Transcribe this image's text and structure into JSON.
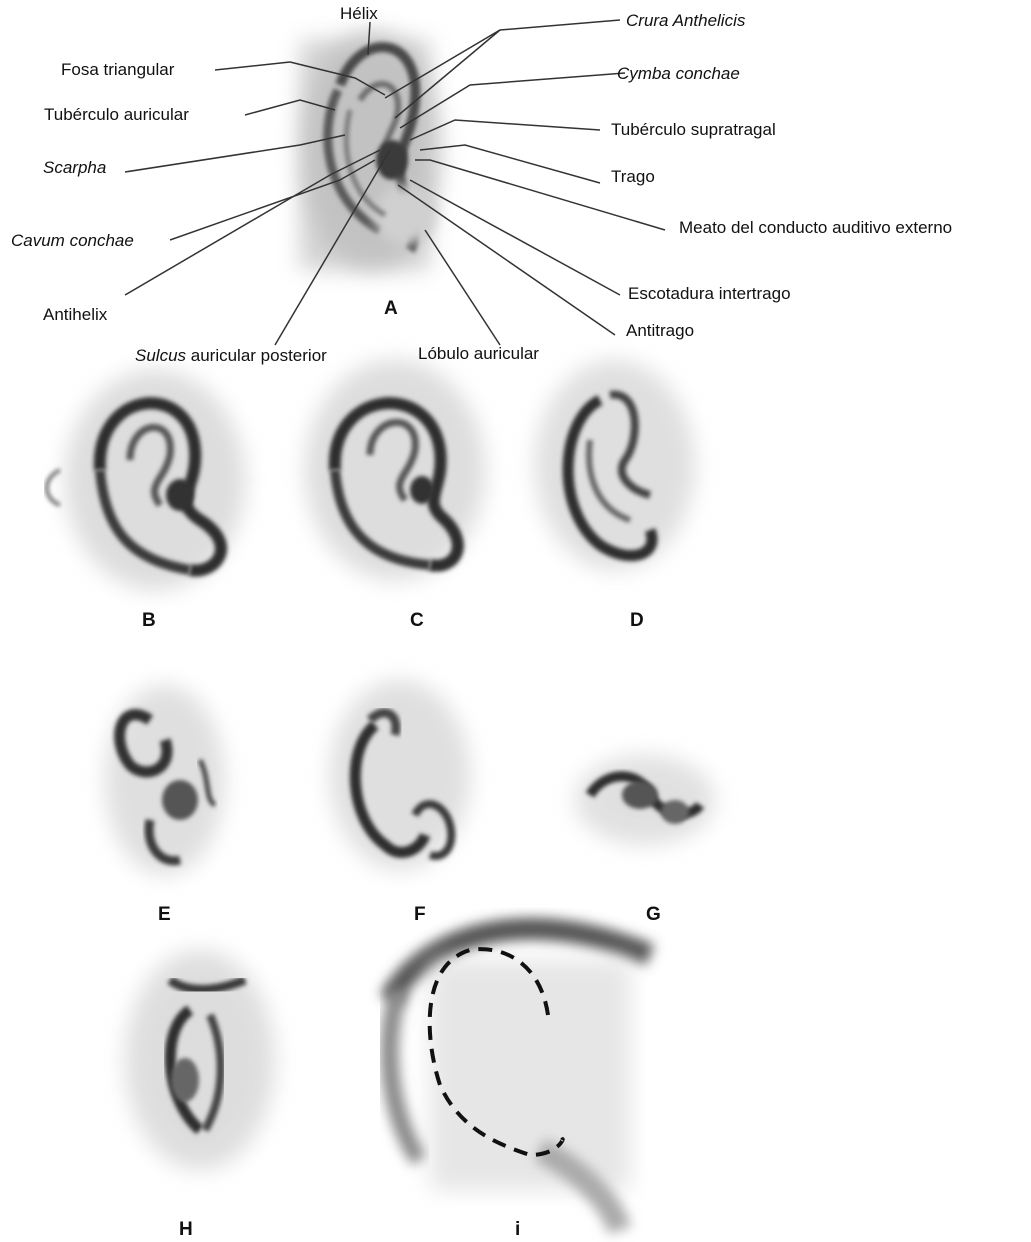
{
  "labels": {
    "helix": "Hélix",
    "fosa_triangular": "Fosa triangular",
    "tuberculo_auricular": "Tubérculo auricular",
    "scarpha": "Scarpha",
    "cavum_conchae": "Cavum conchae",
    "antihelix": "Antihelix",
    "sulcus_italic": "Sulcus",
    "sulcus_rest": " auricular posterior",
    "crura_anthelicis": "Crura Anthelicis",
    "cymba_conchae": "Cymba conchae",
    "tuberculo_supratragal": "Tubérculo supratragal",
    "trago": "Trago",
    "meato": "Meato del conducto auditivo externo",
    "escotadura": "Escotadura intertrago",
    "antitrago": "Antitrago",
    "lobulo": "Lóbulo auricular"
  },
  "panels": [
    "A",
    "B",
    "C",
    "D",
    "E",
    "F",
    "G",
    "H",
    "i"
  ]
}
